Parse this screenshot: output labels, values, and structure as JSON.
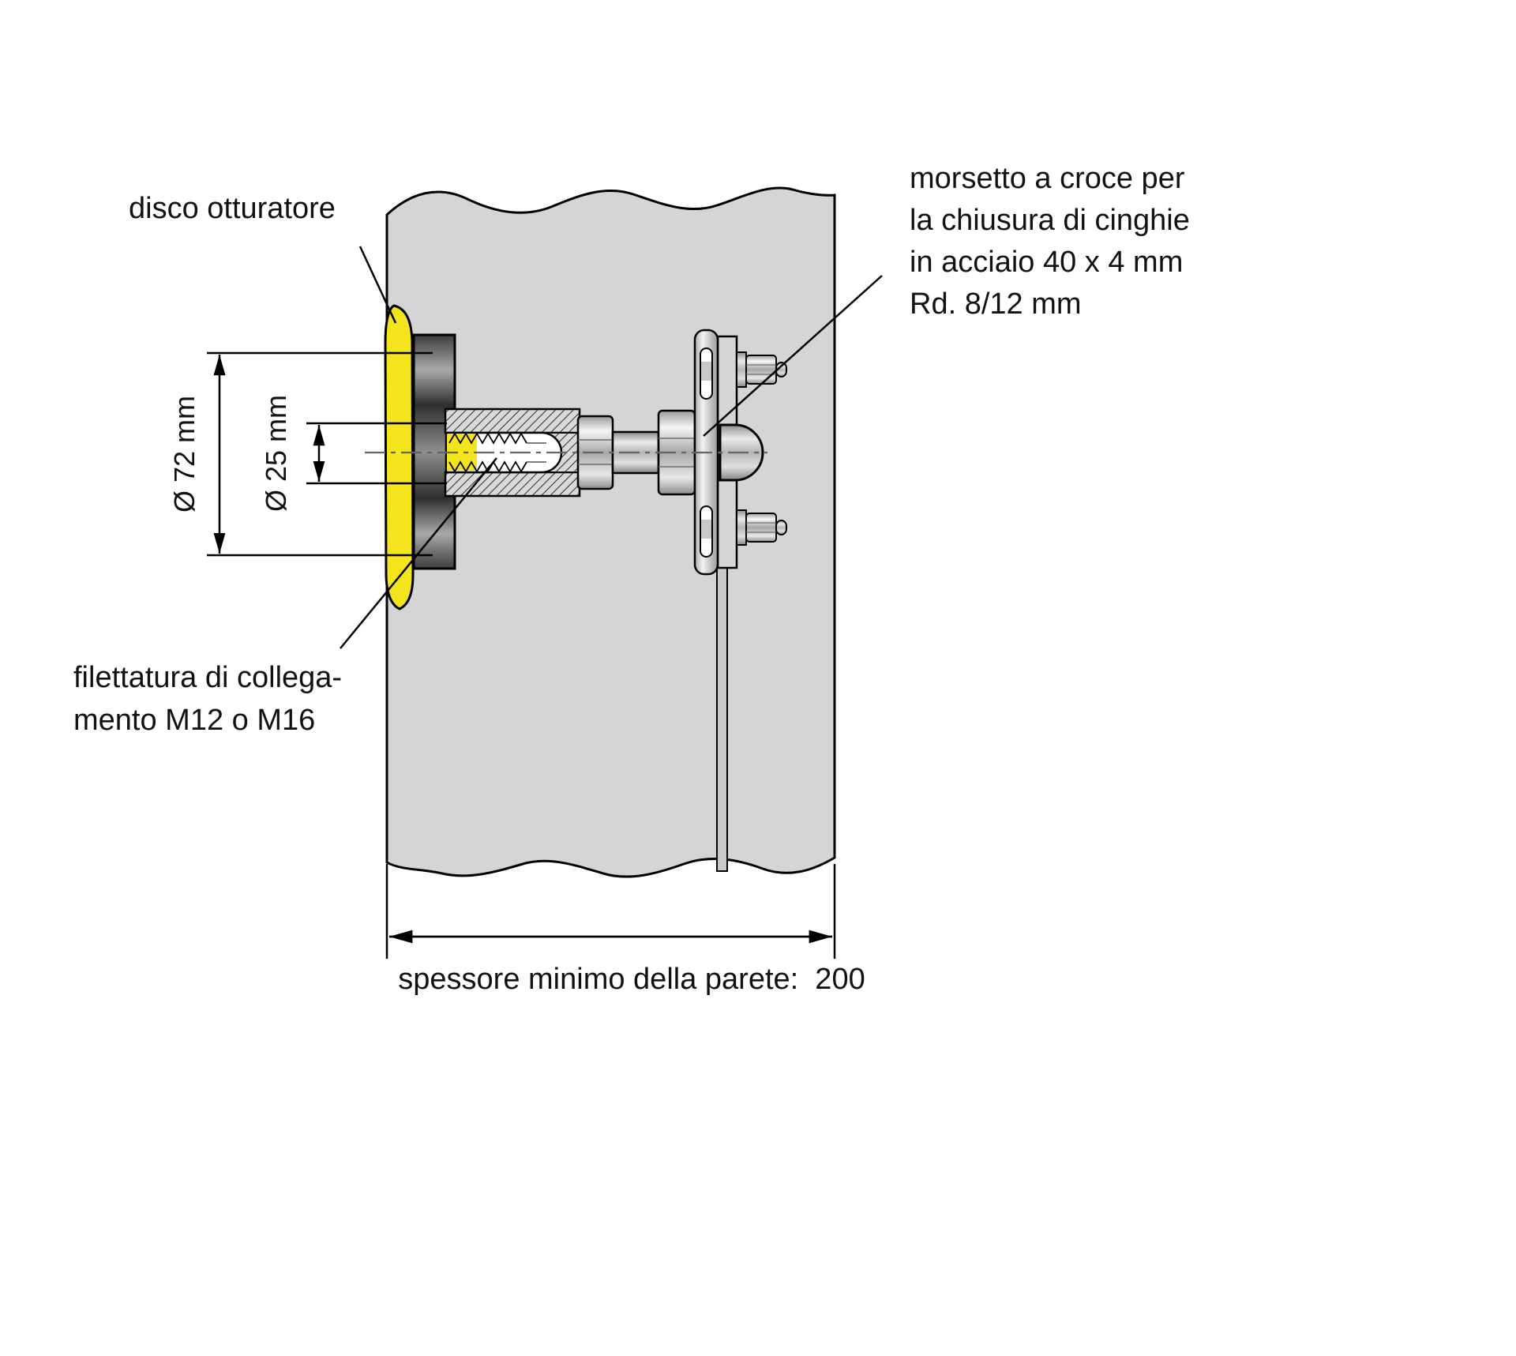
{
  "figure": {
    "type": "technical-illustration",
    "labels": {
      "disc_label": "disco otturatore",
      "clamp_label": [
        "morsetto a croce per",
        "la chiusura di cinghie",
        "in acciaio 40 x 4 mm",
        "Rd. 8/12 mm"
      ],
      "thread_label": [
        "filettatura di collega-",
        "mento M12 o M16"
      ],
      "dim_disc_diameter": "Ø 72 mm",
      "dim_bore_diameter": "Ø 25 mm",
      "dim_wall_thickness": "spessore minimo della parete:  200"
    },
    "colors": {
      "wall": "#d5d5d5",
      "disc": "#f4e41c",
      "line": "#000000"
    }
  }
}
